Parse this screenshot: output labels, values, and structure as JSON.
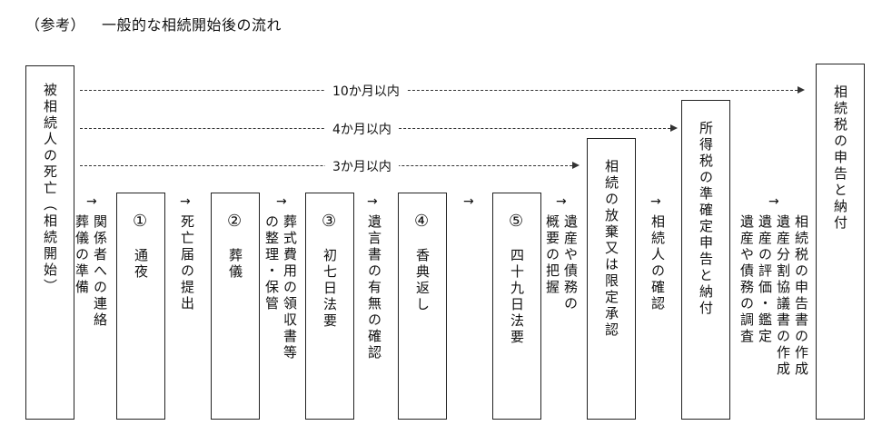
{
  "header": {
    "ref": "（参考）",
    "title": "一般的な相続開始後の流れ"
  },
  "deadlines": {
    "ten_months": "10か月以内",
    "four_months": "4か月以内",
    "three_months": "3か月以内"
  },
  "arrow": "→",
  "steps": {
    "death": "被相続人の死亡（相続開始）",
    "contact_a": "関係者への連絡",
    "contact_b": "葬儀の準備",
    "wake_num": "①",
    "wake": "通夜",
    "death_cert": "死亡届の提出",
    "funeral_num": "②",
    "funeral": "葬儀",
    "expense_a": "葬式費用の領収書等",
    "expense_b": "の整理・保管",
    "seventh_num": "③",
    "seventh": "初七日法要",
    "will": "遺言書の有無の確認",
    "incense_num": "④",
    "incense": "香典返し",
    "fortynine_num": "⑤",
    "fortynine": "四十九日法要",
    "assets_a": "遺産や債務の",
    "assets_b": "概要の把握",
    "renounce": "相続の放棄又は限定承認",
    "heir_confirm": "相続人の確認",
    "income_tax": "所得税の準確定申告と納付",
    "prep_a": "相続税の申告書の作成",
    "prep_b": "遺産分割協議書の作成",
    "prep_c": "遺産の評価・鑑定",
    "prep_d": "遺産や債務の調査",
    "inheritance_tax": "相続税の申告と納付"
  }
}
